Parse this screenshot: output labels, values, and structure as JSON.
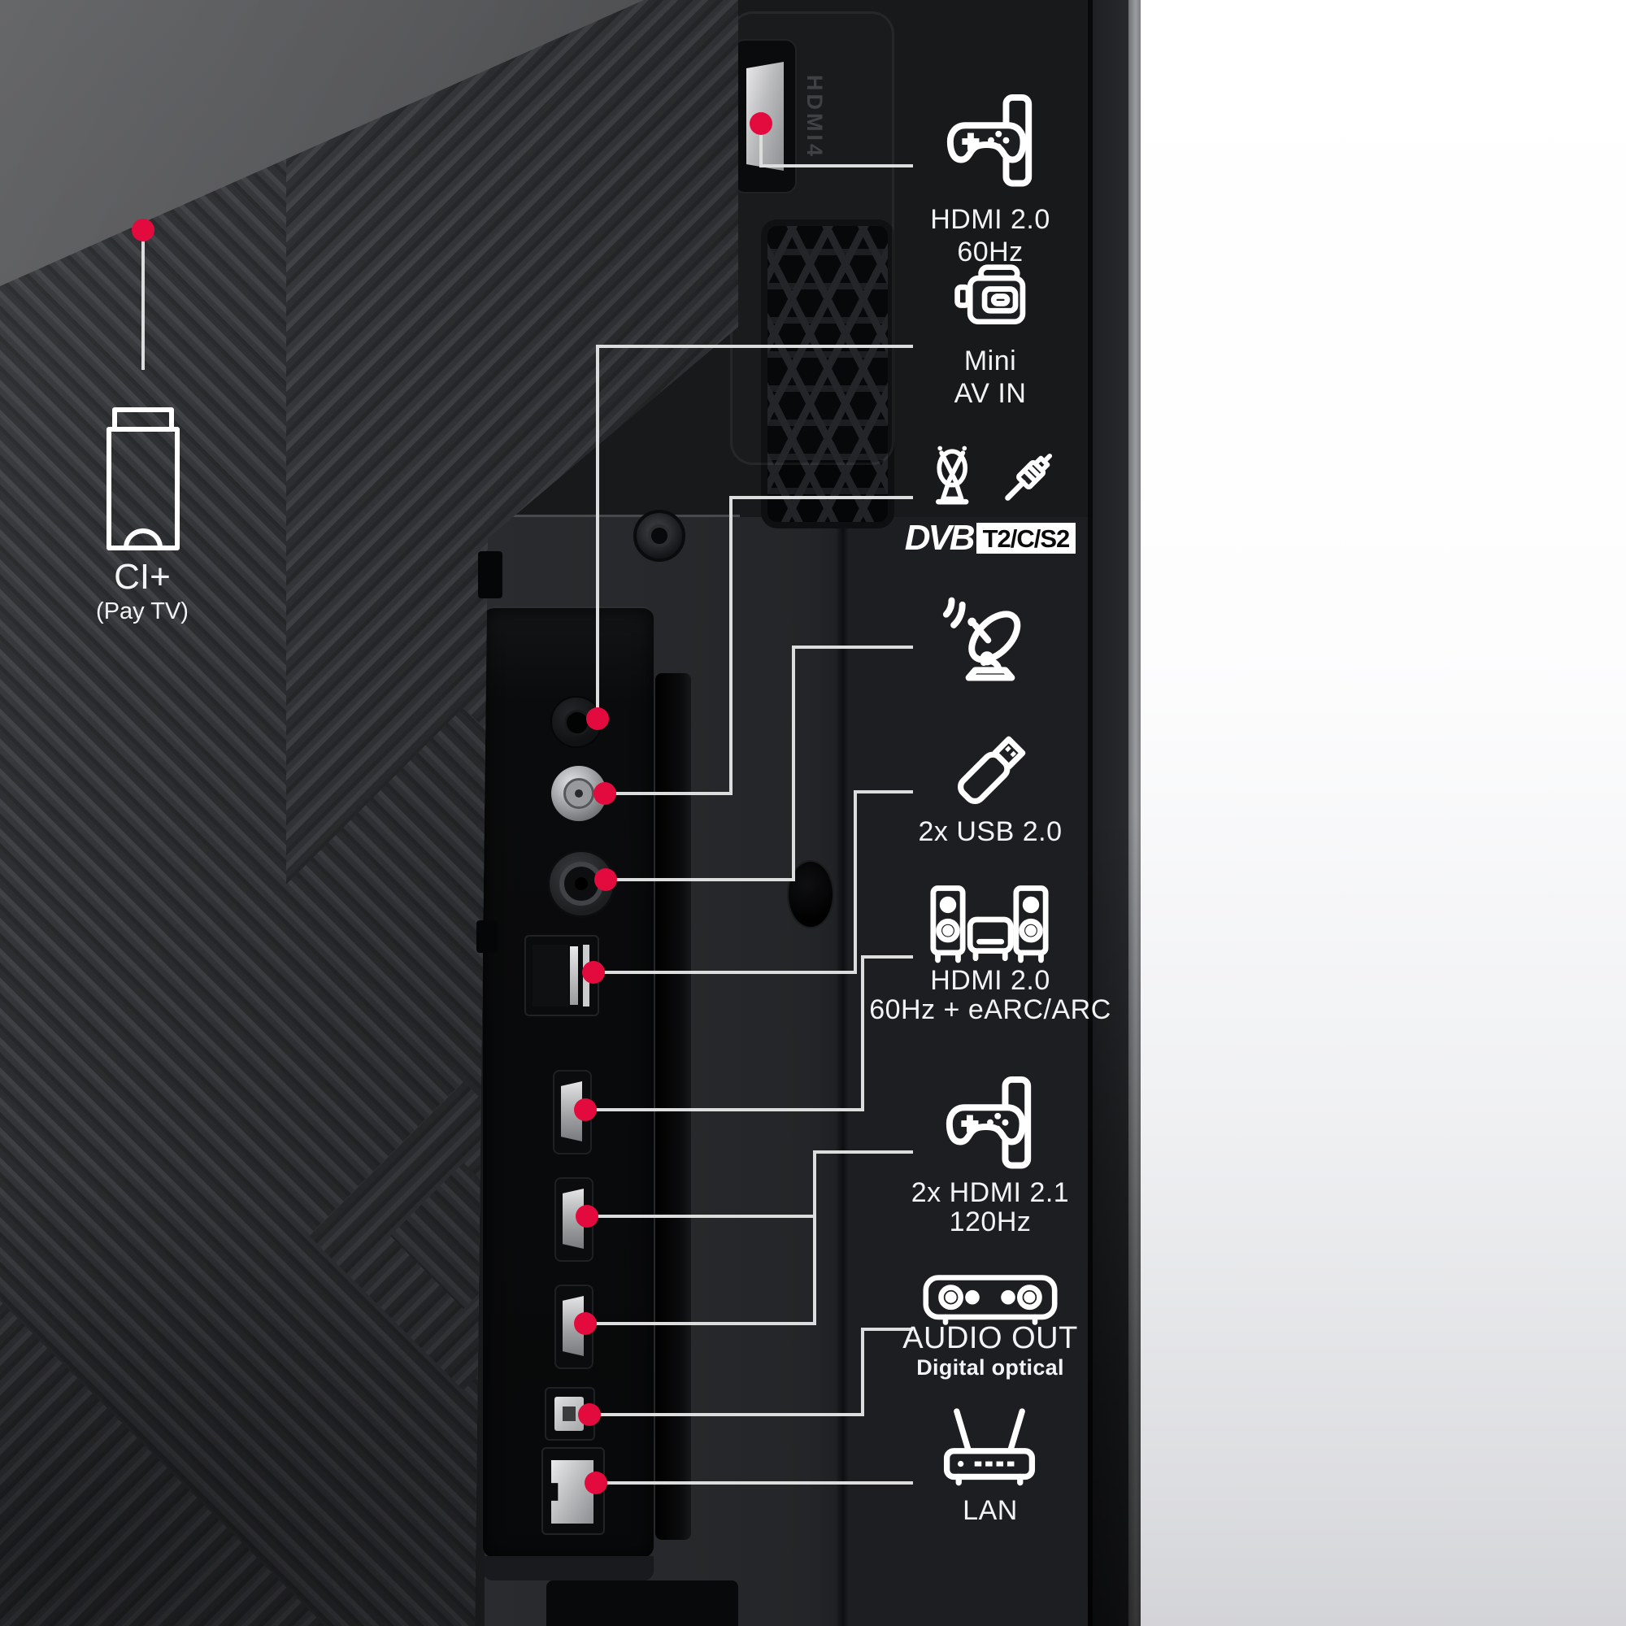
{
  "colors": {
    "accent_red": "#e30b3e",
    "callout_line": "#dcdddd",
    "icon_stroke": "#ffffff",
    "label_text": "#f2f3f4",
    "dvb_badge_bg": "#ffffff",
    "dvb_badge_text": "#0b0b0b"
  },
  "tv": {
    "hdmi4_vertical_label": "HDMI4"
  },
  "ci_slot": {
    "title": "CI+",
    "subtitle": "(Pay TV)"
  },
  "callouts": {
    "hdmi20_60hz": {
      "icon": "game-console-icon",
      "line1": "HDMI 2.0",
      "line2": "60Hz"
    },
    "mini_av_in": {
      "icon": "camcorder-icon",
      "line1": "Mini",
      "line2": "AV IN"
    },
    "dvb_tuner": {
      "icon": "antenna-icon,rca-cable-icon",
      "logo_text": "DVB",
      "logo_badge": "T2/C/S2"
    },
    "satellite": {
      "icon": "satellite-dish-icon"
    },
    "usb": {
      "icon": "usb-stick-icon",
      "line1": "2x USB 2.0"
    },
    "hdmi_earc": {
      "icon": "speaker-system-icon",
      "line1": "HDMI 2.0",
      "line2": "60Hz + eARC/ARC"
    },
    "hdmi21_120hz": {
      "icon": "game-console-icon",
      "line1": "2x HDMI 2.1",
      "line2": "120Hz"
    },
    "audio_out": {
      "icon": "soundbar-icon",
      "line1": "AUDIO OUT",
      "line2": "Digital optical"
    },
    "lan": {
      "icon": "router-icon",
      "line1": "LAN"
    }
  },
  "port_markers": [
    "ci-plus-slot",
    "hdmi4",
    "mini-av-jack",
    "satellite-f-connector",
    "antenna-rf-connector",
    "usb-2.0",
    "hdmi-1",
    "hdmi-2",
    "hdmi-3",
    "digital-optical-out",
    "ethernet-lan"
  ]
}
